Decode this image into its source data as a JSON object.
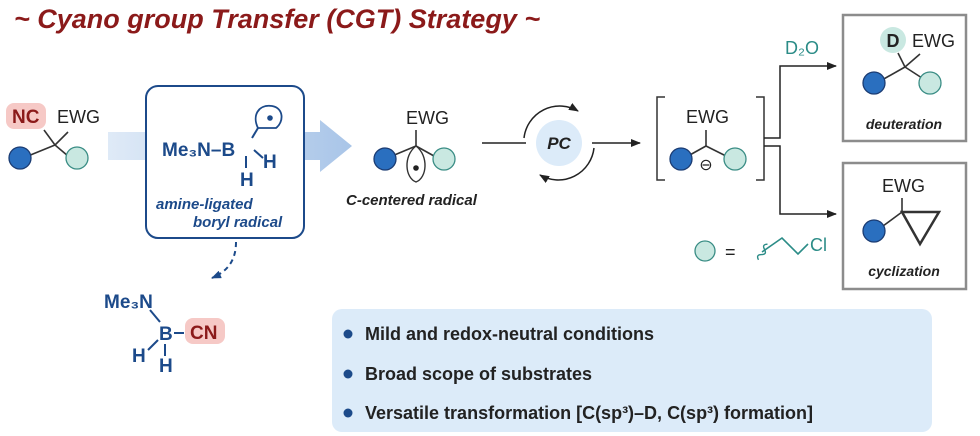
{
  "title": "~ Cyano group Transfer (CGT) Strategy ~",
  "substrate": {
    "nc": "NC",
    "ewg": "EWG"
  },
  "boryl": {
    "me3n": "Me₃N–B",
    "h1": "H",
    "h2": "H",
    "label_line1": "amine-ligated",
    "label_line2": "boryl radical"
  },
  "byproduct": {
    "me3n": "Me₃N",
    "b": "B",
    "cn": "CN",
    "h1": "H",
    "h2": "H"
  },
  "radical": {
    "ewg": "EWG",
    "label": "C-centered radical"
  },
  "catalyst": {
    "label": "PC"
  },
  "anion": {
    "ewg": "EWG",
    "charge": "⊖"
  },
  "reagent": {
    "label": "D₂O"
  },
  "deuteration": {
    "d": "D",
    "ewg": "EWG",
    "label": "deuteration"
  },
  "cyclization": {
    "ewg": "EWG",
    "label": "cyclization"
  },
  "legend": {
    "equals": "=",
    "cl": "Cl"
  },
  "features": [
    "Mild and redox-neutral conditions",
    "Broad scope of substrates",
    "Versatile transformation [C(sp³)–D, C(sp³) formation]"
  ],
  "colors": {
    "title": "#8b1a1a",
    "atom_blue": "#1c4a8a",
    "dot_blue": "#2a6fbf",
    "dot_teal": "#c9e8e1",
    "highlight_red": "#f6c9c6",
    "box_light_blue": "#dcebf9",
    "product_frame": "#8c8c8c"
  }
}
